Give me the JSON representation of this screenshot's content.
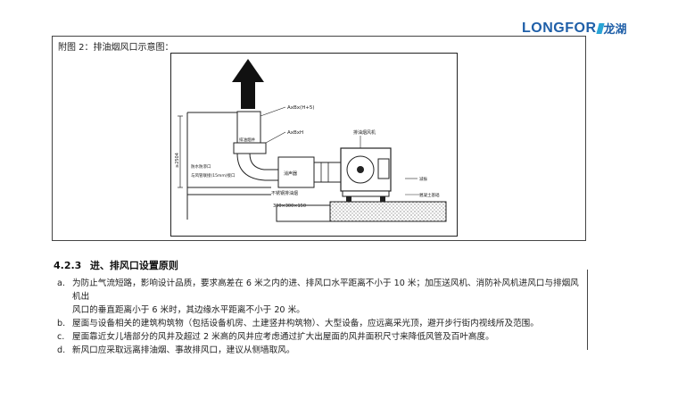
{
  "brand": {
    "name_en_left": "LONGFOR",
    "name_cn": "龙湖"
  },
  "figure": {
    "caption": "附图 2：排油烟风口示意图：",
    "labels": {
      "ab_top": "AxBx(H+5)",
      "ab_mid": "AxBxH",
      "vertical_dim": "≥2504",
      "left_a": "排油烟井",
      "left_b": "防水防渗口",
      "left_c": "与风管联接(15mm)接口",
      "muffler": "消声器",
      "fan": "排油烟风机",
      "duct_tag": "不锈钢排油烟",
      "base_dim": "300×300×150",
      "right_a": "减振",
      "right_b": "混凝土基础"
    }
  },
  "section": {
    "number": "4.2.3",
    "title": "进、排风口设置原则"
  },
  "rules": [
    {
      "marker": "a.",
      "lines": [
        "为防止气流短路，影响设计品质，要求高差在 6 米之内的进、排风口水平距离不小于 10 米；加压送风机、消防补风机进风口与排烟风机出",
        "风口的垂直距离小于 6 米时，其边缘水平距离不小于 20 米。"
      ]
    },
    {
      "marker": "b.",
      "lines": [
        "屋面与设备相关的建筑构筑物（包括设备机房、土建竖井构筑物）、大型设备，应远离采光顶，避开步行街内视线所及范围。"
      ]
    },
    {
      "marker": "c.",
      "lines": [
        "屋面靠近女儿墙部分的风井及超过 2 米高的风井应考虑通过扩大出屋面的风井面积尺寸来降低风管及百叶高度。"
      ]
    },
    {
      "marker": "d.",
      "lines": [
        "新风口应采取远离排油烟、事故排风口，建议从侧墙取风。"
      ]
    }
  ]
}
